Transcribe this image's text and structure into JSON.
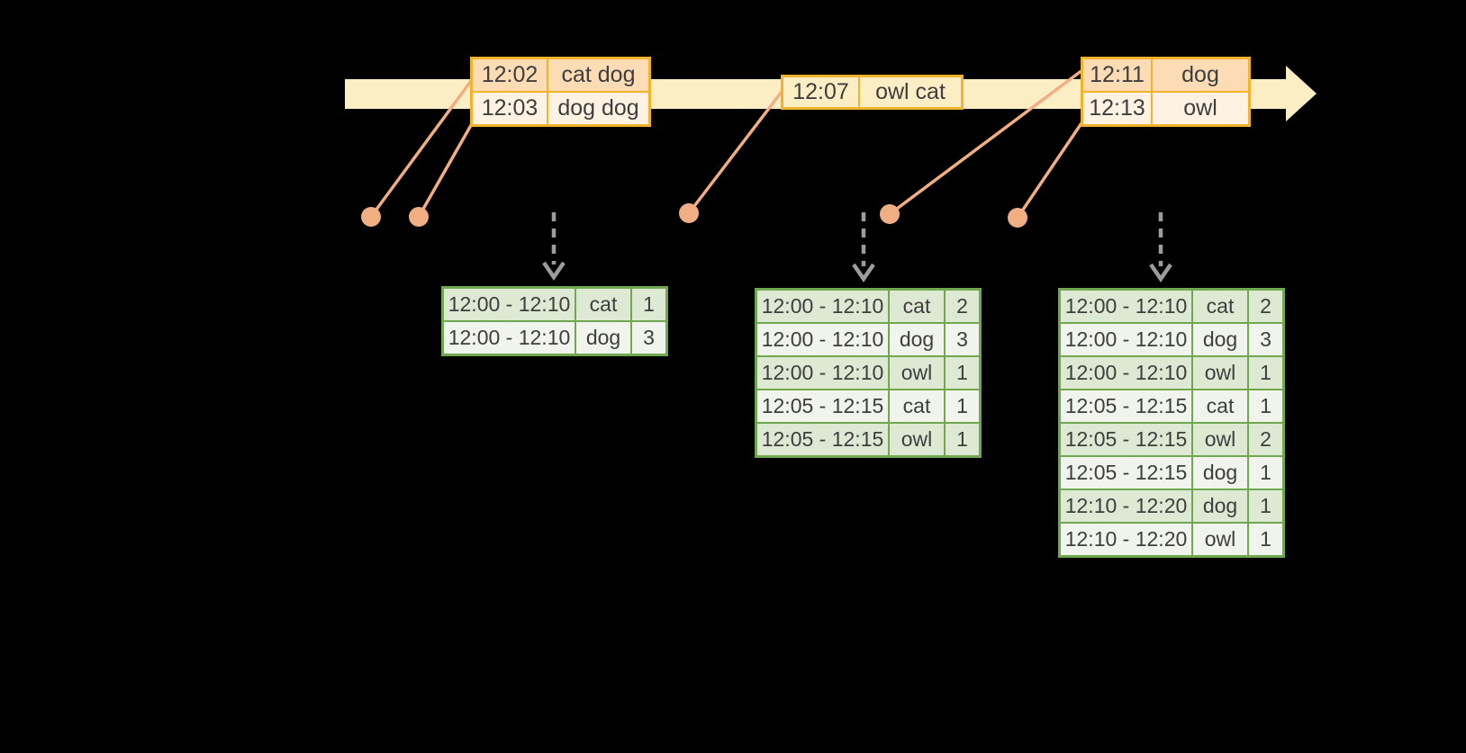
{
  "diagram": {
    "kind": "streaming-windowed-aggregation",
    "timeline": {
      "event_tables": [
        {
          "rows": [
            [
              "12:02",
              "cat dog"
            ],
            [
              "12:03",
              "dog dog"
            ]
          ]
        },
        {
          "rows": [
            [
              "12:07",
              "owl cat"
            ]
          ]
        },
        {
          "rows": [
            [
              "12:11",
              "dog"
            ],
            [
              "12:13",
              "owl"
            ]
          ]
        }
      ],
      "event_marker_count": 5
    },
    "result_tables": [
      {
        "rows": [
          [
            "12:00 - 12:10",
            "cat",
            "1"
          ],
          [
            "12:00 - 12:10",
            "dog",
            "3"
          ]
        ]
      },
      {
        "rows": [
          [
            "12:00 - 12:10",
            "cat",
            "2"
          ],
          [
            "12:00 - 12:10",
            "dog",
            "3"
          ],
          [
            "12:00 - 12:10",
            "owl",
            "1"
          ],
          [
            "12:05 - 12:15",
            "cat",
            "1"
          ],
          [
            "12:05 - 12:15",
            "owl",
            "1"
          ]
        ]
      },
      {
        "rows": [
          [
            "12:00 - 12:10",
            "cat",
            "2"
          ],
          [
            "12:00 - 12:10",
            "dog",
            "3"
          ],
          [
            "12:00 - 12:10",
            "owl",
            "1"
          ],
          [
            "12:05 - 12:15",
            "cat",
            "1"
          ],
          [
            "12:05 - 12:15",
            "owl",
            "2"
          ],
          [
            "12:05 - 12:15",
            "dog",
            "1"
          ],
          [
            "12:10 - 12:20",
            "dog",
            "1"
          ],
          [
            "12:10 - 12:20",
            "owl",
            "1"
          ]
        ]
      }
    ],
    "icons": {
      "timeline_arrow": "right-arrowhead",
      "event_marker": "filled-dot",
      "trigger_arrow": "dashed-down-arrow"
    }
  },
  "colors": {
    "background": "#000000",
    "timeline": "#FBEEC5",
    "event_border": "#F1B32B",
    "event_row_dark": "#FBDCB5",
    "event_row_light": "#FEF3E3",
    "event_single": "#FCEEC4",
    "connector": "#F0AE82",
    "result_border": "#70A84F",
    "result_row_dark": "#DEE9D3",
    "result_row_light": "#F0F4EC",
    "trigger_arrow": "#9C9C9C",
    "text": "#3E3E3E"
  }
}
